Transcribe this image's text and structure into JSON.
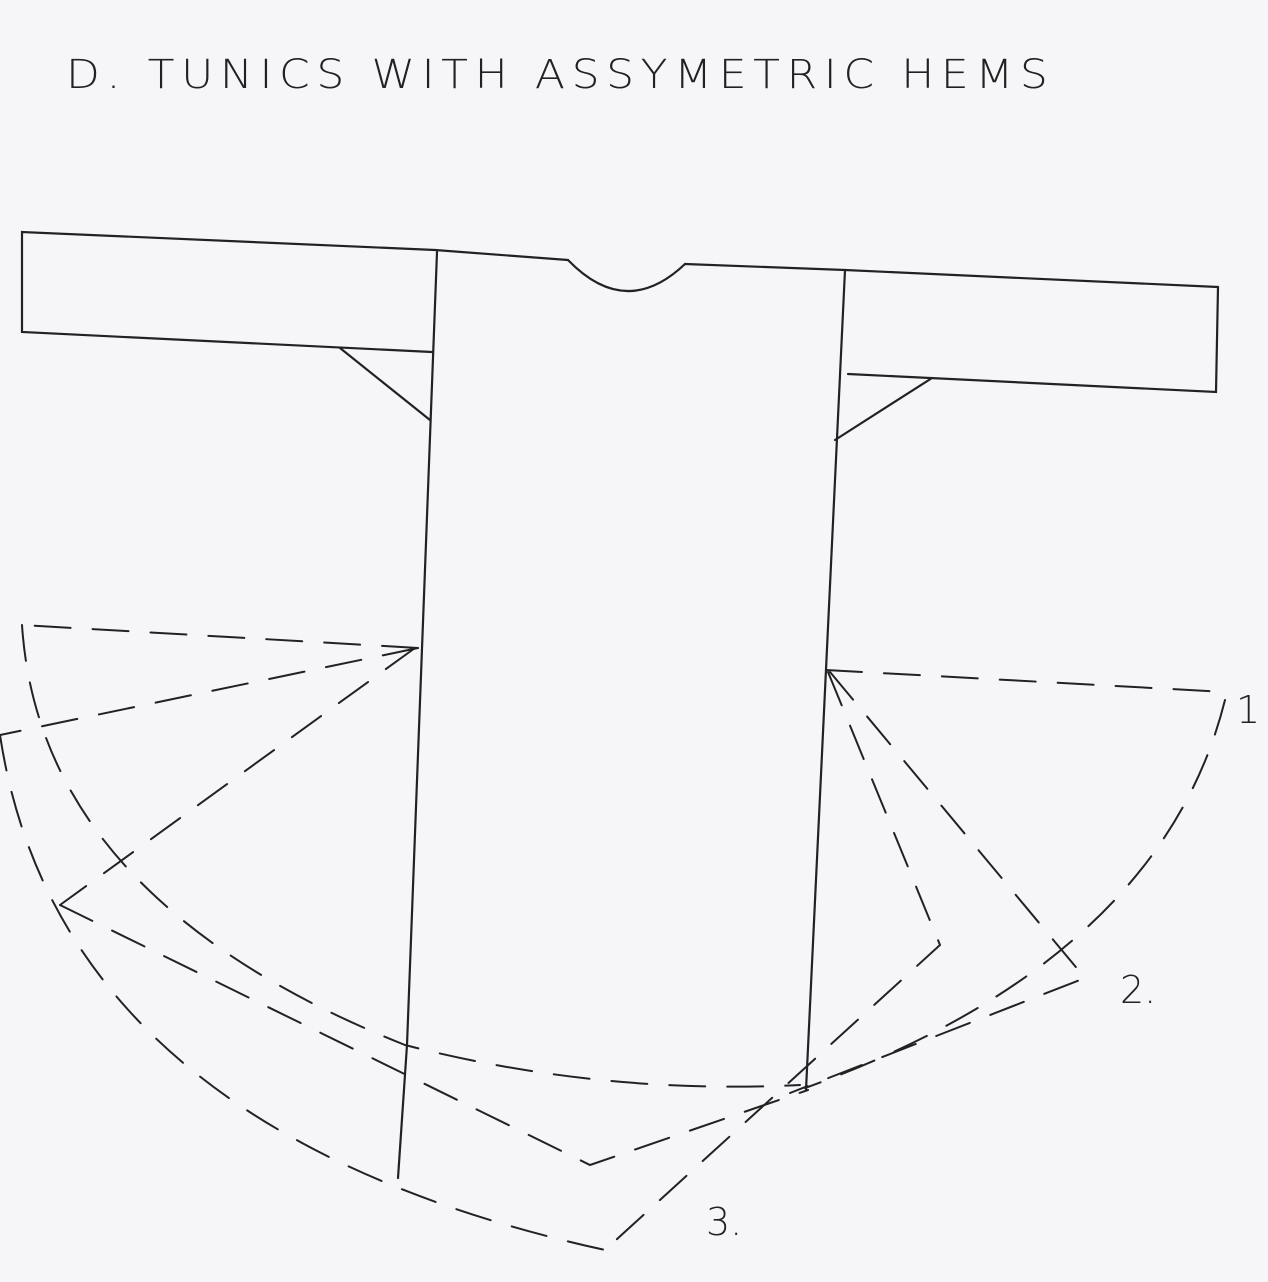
{
  "title": "D. TUNICS WITH ASSYMETRIC HEMS",
  "hem_labels": [
    "1",
    "2.",
    "3."
  ],
  "colors": {
    "ink": "#222222",
    "paper": "#f6f6f8"
  }
}
